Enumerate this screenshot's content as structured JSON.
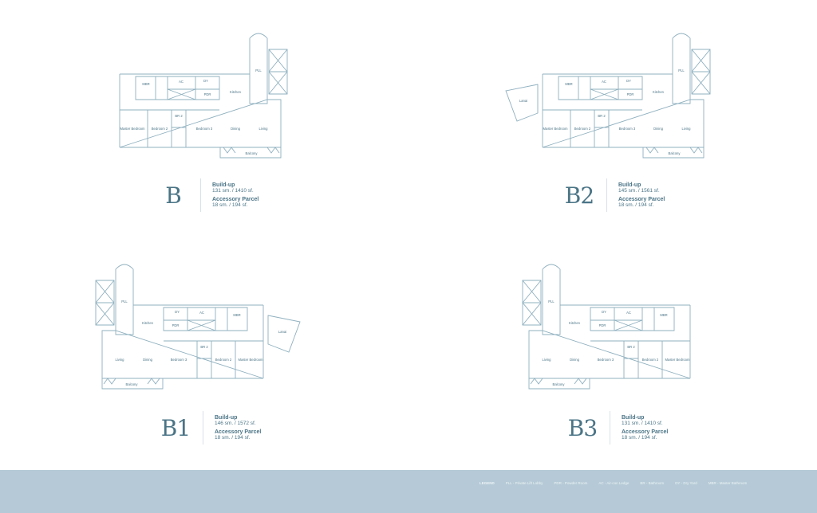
{
  "room_labels": {
    "mbr": "MBR",
    "ac": "AC",
    "dy": "DY",
    "pdr": "PDR",
    "kitchen": "Kitchen",
    "pll": "PLL",
    "master": "Master Bedroom",
    "bed2": "Bedroom 2",
    "bed3": "Bedroom 3",
    "br2": "BR 2",
    "dining": "Dining",
    "living": "Living",
    "balcony": "Balcony",
    "lanai": "Lanai"
  },
  "units": [
    {
      "code": "B",
      "buildup_label": "Build-up",
      "buildup": "131 sm. / 1410 sf.",
      "parcel_label": "Accessory Parcel",
      "parcel": "18 sm. / 194 sf.",
      "mirrored": false,
      "lanai": false
    },
    {
      "code": "B2",
      "buildup_label": "Build-up",
      "buildup": "145 sm. / 1561 sf.",
      "parcel_label": "Accessory Parcel",
      "parcel": "18 sm. / 194 sf.",
      "mirrored": false,
      "lanai": true
    },
    {
      "code": "B1",
      "buildup_label": "Build-up",
      "buildup": "146 sm. / 1572 sf.",
      "parcel_label": "Accessory Parcel",
      "parcel": "18 sm. / 194 sf.",
      "mirrored": true,
      "lanai": true
    },
    {
      "code": "B3",
      "buildup_label": "Build-up",
      "buildup": "131 sm. / 1410 sf.",
      "parcel_label": "Accessory Parcel",
      "parcel": "18 sm. / 194 sf.",
      "mirrored": true,
      "lanai": false
    }
  ],
  "legend": {
    "title": "LEGEND",
    "items": [
      "PLL - Private Lift Lobby",
      "PDR - Powder Room",
      "AC - Air-con Ledge",
      "BR - Bathroom",
      "DY - Dry Yard",
      "MBR - Master Bathroom"
    ]
  },
  "colors": {
    "line": "#8fb0bf",
    "text": "#4a7486",
    "footer": "#b5cad6"
  }
}
